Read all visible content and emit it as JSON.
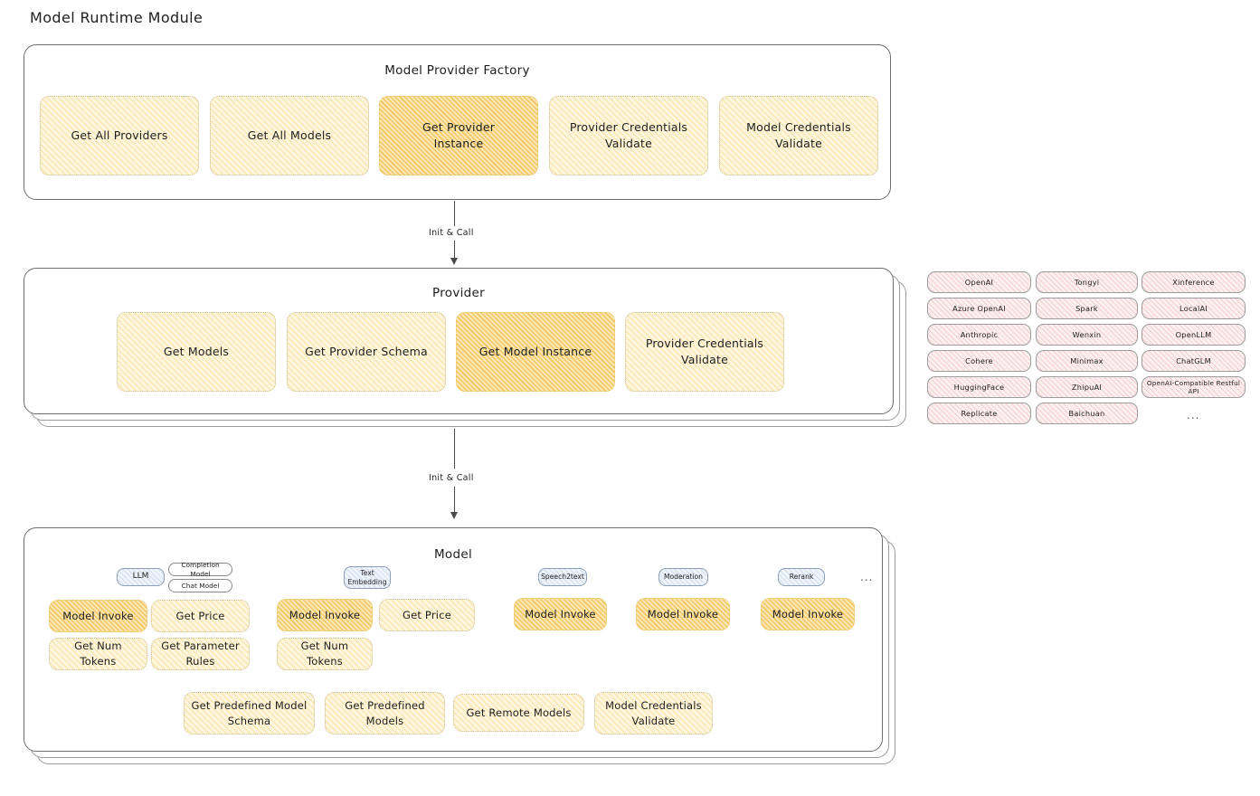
{
  "page": {
    "title": "Model Runtime Module"
  },
  "colors": {
    "node_fill": "#fdf5dd",
    "node_fill_highlight": "#fbe7b4",
    "node_stroke": "#cdbd8e",
    "chip_fill": "#fdf0f0",
    "chip_stroke": "#9c9c9c",
    "badge_fill": "#eff4fb",
    "badge_stroke": "#8d9fb5",
    "panel_stroke": "#6d6d6d",
    "text": "#1e1e1e",
    "arrow": "#4a4a4a"
  },
  "factory": {
    "title": "Model Provider Factory",
    "nodes": [
      {
        "label": "Get All Providers",
        "highlight": false
      },
      {
        "label": "Get All Models",
        "highlight": false
      },
      {
        "label": "Get Provider\nInstance",
        "highlight": true
      },
      {
        "label": "Provider Credentials\nValidate",
        "highlight": false
      },
      {
        "label": "Model Credentials\nValidate",
        "highlight": false
      }
    ]
  },
  "arrows": [
    {
      "label": "Init & Call",
      "from": "Model Provider Factory",
      "to": "Provider"
    },
    {
      "label": "Init & Call",
      "from": "Provider",
      "to": "Model"
    }
  ],
  "provider": {
    "title": "Provider",
    "stack_layers": 3,
    "nodes": [
      {
        "label": "Get Models",
        "highlight": false
      },
      {
        "label": "Get Provider Schema",
        "highlight": false
      },
      {
        "label": "Get Model Instance",
        "highlight": true
      },
      {
        "label": "Provider Credentials\nValidate",
        "highlight": false
      }
    ]
  },
  "provider_list": {
    "columns": [
      [
        "OpenAI",
        "Azure OpenAI",
        "Anthropic",
        "Cohere",
        "HuggingFace",
        "Replicate"
      ],
      [
        "Tongyi",
        "Spark",
        "Wenxin",
        "Minimax",
        "ZhipuAI",
        "Baichuan"
      ],
      [
        "Xinference",
        "LocalAI",
        "OpenLLM",
        "ChatGLM",
        "OpenAI-Compatible Restful API"
      ]
    ],
    "more_indicator": "..."
  },
  "model": {
    "title": "Model",
    "stack_layers": 3,
    "more_indicator": "...",
    "types": [
      {
        "badge": "LLM",
        "sub_badges": [
          "Completion Model",
          "Chat Model"
        ],
        "nodes": [
          {
            "label": "Model Invoke",
            "highlight": true
          },
          {
            "label": "Get Price",
            "highlight": false
          },
          {
            "label": "Get Num Tokens",
            "highlight": false
          },
          {
            "label": "Get Parameter\nRules",
            "highlight": false
          }
        ]
      },
      {
        "badge": "Text\nEmbedding",
        "sub_badges": [],
        "nodes": [
          {
            "label": "Model Invoke",
            "highlight": true
          },
          {
            "label": "Get Price",
            "highlight": false
          },
          {
            "label": "Get Num Tokens",
            "highlight": false
          }
        ]
      },
      {
        "badge": "Speech2text",
        "sub_badges": [],
        "nodes": [
          {
            "label": "Model Invoke",
            "highlight": true
          }
        ]
      },
      {
        "badge": "Moderation",
        "sub_badges": [],
        "nodes": [
          {
            "label": "Model Invoke",
            "highlight": true
          }
        ]
      },
      {
        "badge": "Rerank",
        "sub_badges": [],
        "nodes": [
          {
            "label": "Model Invoke",
            "highlight": true
          }
        ]
      }
    ],
    "common_nodes": [
      {
        "label": "Get Predefined Model\nSchema",
        "highlight": false
      },
      {
        "label": "Get Predefined\nModels",
        "highlight": false
      },
      {
        "label": "Get Remote Models",
        "highlight": false
      },
      {
        "label": "Model Credentials\nValidate",
        "highlight": false
      }
    ]
  }
}
